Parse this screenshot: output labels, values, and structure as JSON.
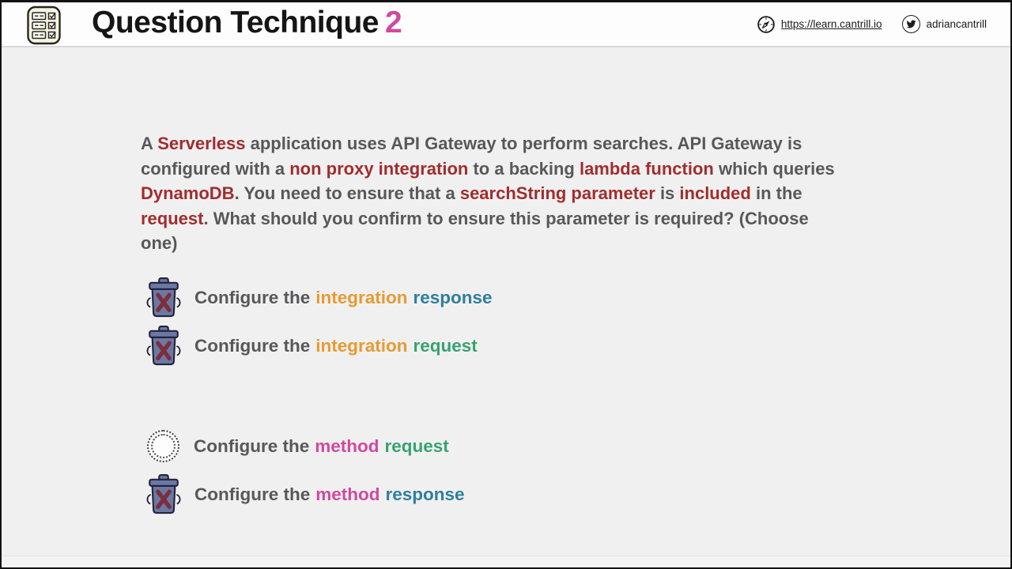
{
  "header": {
    "title": "Question Technique",
    "title_number": "2",
    "link_url": "https://learn.cantrill.io",
    "twitter_handle": "adriancantrill"
  },
  "colors": {
    "title_number": "#d1499e",
    "question_text": "#58585a",
    "question_highlight": "#a12d2d",
    "integration": "#e69b31",
    "method": "#d1499e",
    "request": "#36a371",
    "response": "#2d7f9d",
    "trash_body": "#6c78a4",
    "trash_x": "#7d2e3b",
    "header_bg": "#fdfdfd",
    "page_bg": "#f1f0f1"
  },
  "question": {
    "segments": [
      {
        "text": "A ",
        "style": "normal"
      },
      {
        "text": "Serverless",
        "style": "highlight"
      },
      {
        "text": " application uses API Gateway to perform searches. API Gateway is configured with a ",
        "style": "normal"
      },
      {
        "text": "non proxy integration",
        "style": "highlight"
      },
      {
        "text": " to a backing ",
        "style": "normal"
      },
      {
        "text": "lambda function",
        "style": "highlight"
      },
      {
        "text": " which queries ",
        "style": "normal"
      },
      {
        "text": "DynamoDB",
        "style": "highlight"
      },
      {
        "text": ". You need to ensure that a ",
        "style": "normal"
      },
      {
        "text": "searchString parameter",
        "style": "highlight"
      },
      {
        "text": " is ",
        "style": "normal"
      },
      {
        "text": "included",
        "style": "highlight"
      },
      {
        "text": " in the ",
        "style": "normal"
      },
      {
        "text": "request",
        "style": "highlight"
      },
      {
        "text": ". What should you confirm to ensure this parameter is required? (Choose one)",
        "style": "normal"
      }
    ]
  },
  "options": [
    {
      "icon": "trash-icon",
      "prefix": "Configure the",
      "word1": "integration",
      "word1_color": "#e69b31",
      "word2": "response",
      "word2_color": "#2d7f9d",
      "eliminated": true
    },
    {
      "icon": "trash-icon",
      "prefix": "Configure the",
      "word1": "integration",
      "word1_color": "#e69b31",
      "word2": "request",
      "word2_color": "#36a371",
      "eliminated": true
    },
    {
      "icon": "dotted-circle-icon",
      "prefix": "Configure the",
      "word1": "method",
      "word1_color": "#d1499e",
      "word2": "request",
      "word2_color": "#36a371",
      "eliminated": false
    },
    {
      "icon": "trash-icon",
      "prefix": "Configure the",
      "word1": "method",
      "word1_color": "#d1499e",
      "word2": "response",
      "word2_color": "#2d7f9d",
      "eliminated": true
    }
  ]
}
